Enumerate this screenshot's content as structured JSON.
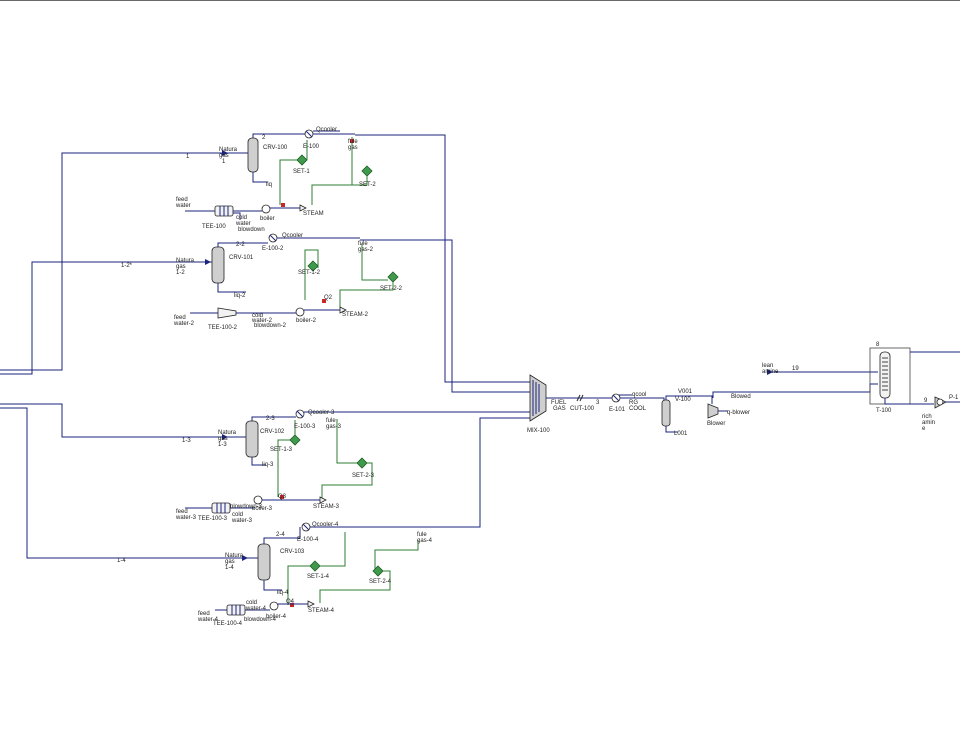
{
  "units": {
    "u1": {
      "separator": "CRV-100",
      "feed_stream": "1",
      "feed_label_1": "Natura",
      "feed_label_2": "gas",
      "feed_label_3": "1",
      "liquid": "liq",
      "vapour": "2",
      "cooler": "E-100",
      "duty": "Qcooler",
      "fuel_1": "fule",
      "fuel_2": "gas",
      "set_a": "SET-1",
      "set_b": "SET-2",
      "steam": "STEAM",
      "boiler": "boiler",
      "tee": "TEE-100",
      "fw_1": "feed",
      "fw_2": "water",
      "cw_1": "cold",
      "cw_2": "water",
      "blowdown": "blowdown"
    },
    "u2": {
      "separator": "CRV-101",
      "feed_stream": "1-2*",
      "feed_label_1": "Natura",
      "feed_label_2": "gas",
      "feed_label_3": "1-2",
      "liquid": "liq-2",
      "vapour": "2-2",
      "cooler": "E-100-2",
      "duty": "Qcooler",
      "fuel_1": "fule",
      "fuel_2": "gas-2",
      "set_a": "SET-1-2",
      "set_b": "SET-2-2",
      "steam": "STEAM-2",
      "boiler": "boiler-2",
      "tee": "TEE-100-2",
      "fw_1": "feed",
      "fw_2": "water-2",
      "cw_1": "cold",
      "cw_2": "water-2",
      "blowdown": "blowdown-2",
      "q2": "Q2"
    },
    "u3": {
      "separator": "CRV-102",
      "feed_stream": "1-3",
      "feed_label_1": "Natura",
      "feed_label_2": "gas",
      "feed_label_3": "1-3",
      "liquid": "liq-3",
      "vapour": "2-3",
      "cooler": "E-100-3",
      "duty": "Qcooler-3",
      "fuel_1": "fule",
      "fuel_2": "gas-3",
      "set_a": "SET-1-3",
      "set_b": "SET-2-3",
      "steam": "STEAM-3",
      "boiler": "boiler-3",
      "tee": "TEE-100-3",
      "fw_1": "feed",
      "fw_2": "water-3",
      "cw_1": "cold",
      "cw_2": "water-3",
      "blowdown": "blowdown-3",
      "q2": "Q3"
    },
    "u4": {
      "separator": "CRV-103",
      "feed_stream": "1-4",
      "feed_label_1": "Natura",
      "feed_label_2": "gas",
      "feed_label_3": "1-4",
      "liquid": "liq-4",
      "vapour": "2-4",
      "cooler": "E-100-4",
      "duty": "Qcooler-4",
      "fuel_1": "fule",
      "fuel_2": "gas-4",
      "set_a": "SET-1-4",
      "set_b": "SET-2-4",
      "steam": "STEAM-4",
      "boiler": "boiler-4",
      "tee": "TEE-100-4",
      "fw_1": "feed",
      "fw_2": "water-4",
      "cw_1": "cold",
      "cw_2": "water-4",
      "blowdown": "blowdown-4",
      "q2": "Q4"
    }
  },
  "train": {
    "mixer": "MIX-100",
    "fuel_1": "FUEL",
    "fuel_2": "GAS",
    "cut": "CUT-100",
    "s3": "3",
    "cooler": "E-101",
    "rg_1": "RG",
    "rg_2": "COOL",
    "vessel": "V-100",
    "vessel_ovhd": "V001",
    "vessel_liq": "L001",
    "compressor": "Blower",
    "comp_out": "Blowed",
    "comp_duty": "q-blower",
    "q_cooler": "qcool"
  },
  "absorber": {
    "column": "T-100",
    "lean_1": "lean",
    "lean_2": "amine",
    "lean_stream": "19",
    "top": "8",
    "bottom": "9",
    "rich_1": "rich",
    "rich_2": "amin",
    "rich_3": "e",
    "pump": "P-1"
  }
}
